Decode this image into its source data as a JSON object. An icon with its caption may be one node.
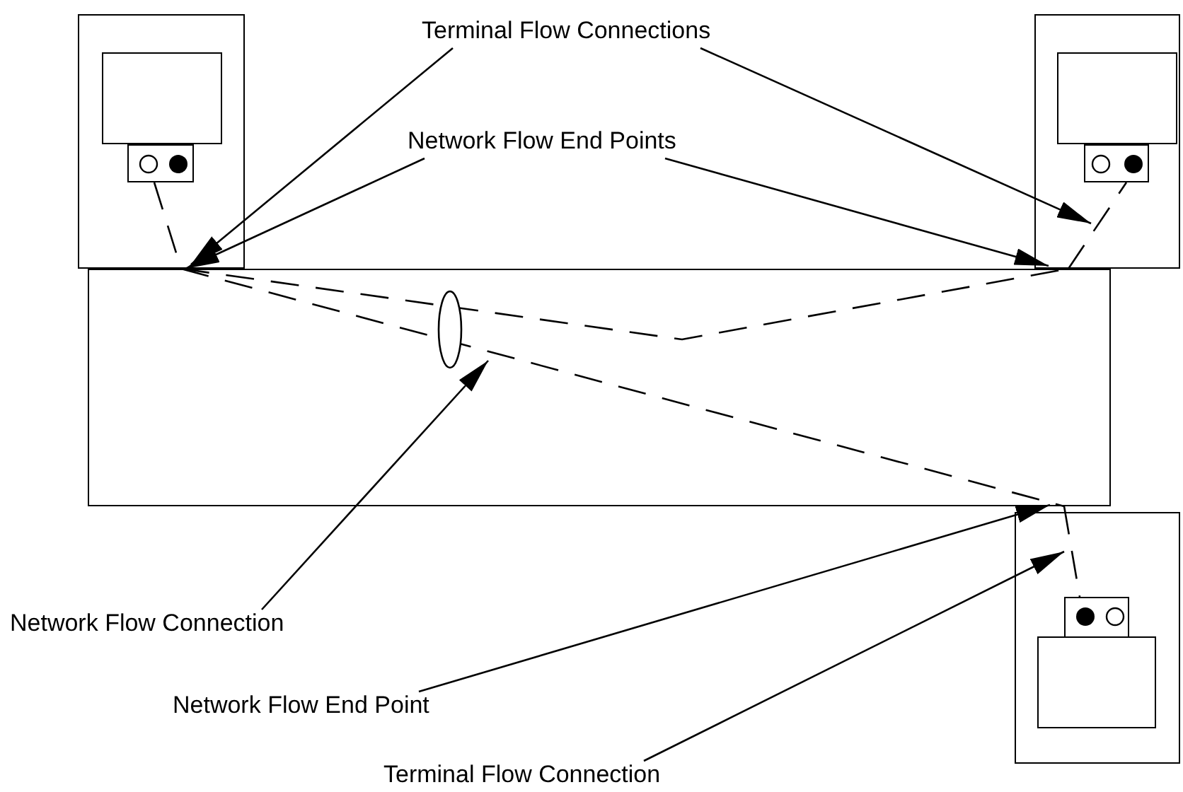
{
  "diagram": {
    "nodes": [
      {
        "text": [],
        "shape": "box"
      },
      {
        "text": [],
        "shape": "box",
        "in": 0
      },
      {
        "text": [],
        "shape": "box",
        "in": 0
      },
      {
        "text": [
          "Terminal Flow Connections"
        ]
      },
      {
        "text": [
          "Network Flow End Points"
        ]
      },
      {
        "text": [],
        "shape": "box"
      },
      {
        "text": [],
        "shape": "box",
        "in": 5
      },
      {
        "text": [],
        "shape": "box",
        "in": 5
      },
      {
        "text": [],
        "shape": "box"
      },
      {
        "text": [
          "Network Flow Connection"
        ]
      },
      {
        "text": [
          "Network Flow End Point"
        ]
      },
      {
        "text": [],
        "shape": "box"
      },
      {
        "text": [],
        "shape": "box",
        "in": 11
      },
      {
        "text": [],
        "shape": "box",
        "in": 11
      },
      {
        "text": [
          "Terminal Flow Connection"
        ]
      }
    ],
    "edges": [
      {
        "from": 3,
        "to": 0,
        "arrow": "to"
      },
      {
        "from": 3,
        "to": 5,
        "arrow": "to"
      },
      {
        "from": 4,
        "to": 0,
        "arrow": "to"
      },
      {
        "from": 4,
        "to": 5,
        "arrow": "to"
      },
      {
        "from": 9,
        "to": 8,
        "arrow": "to"
      },
      {
        "from": 10,
        "to": 11,
        "arrow": "to"
      },
      {
        "from": 14,
        "to": 11,
        "arrow": "to"
      },
      {
        "from": 2,
        "to": 8,
        "arrow": "none",
        "style": "dashed"
      },
      {
        "from": 8,
        "to": 7,
        "arrow": "none",
        "style": "dashed"
      },
      {
        "from": 8,
        "to": 12,
        "arrow": "none",
        "style": "dashed"
      }
    ]
  }
}
